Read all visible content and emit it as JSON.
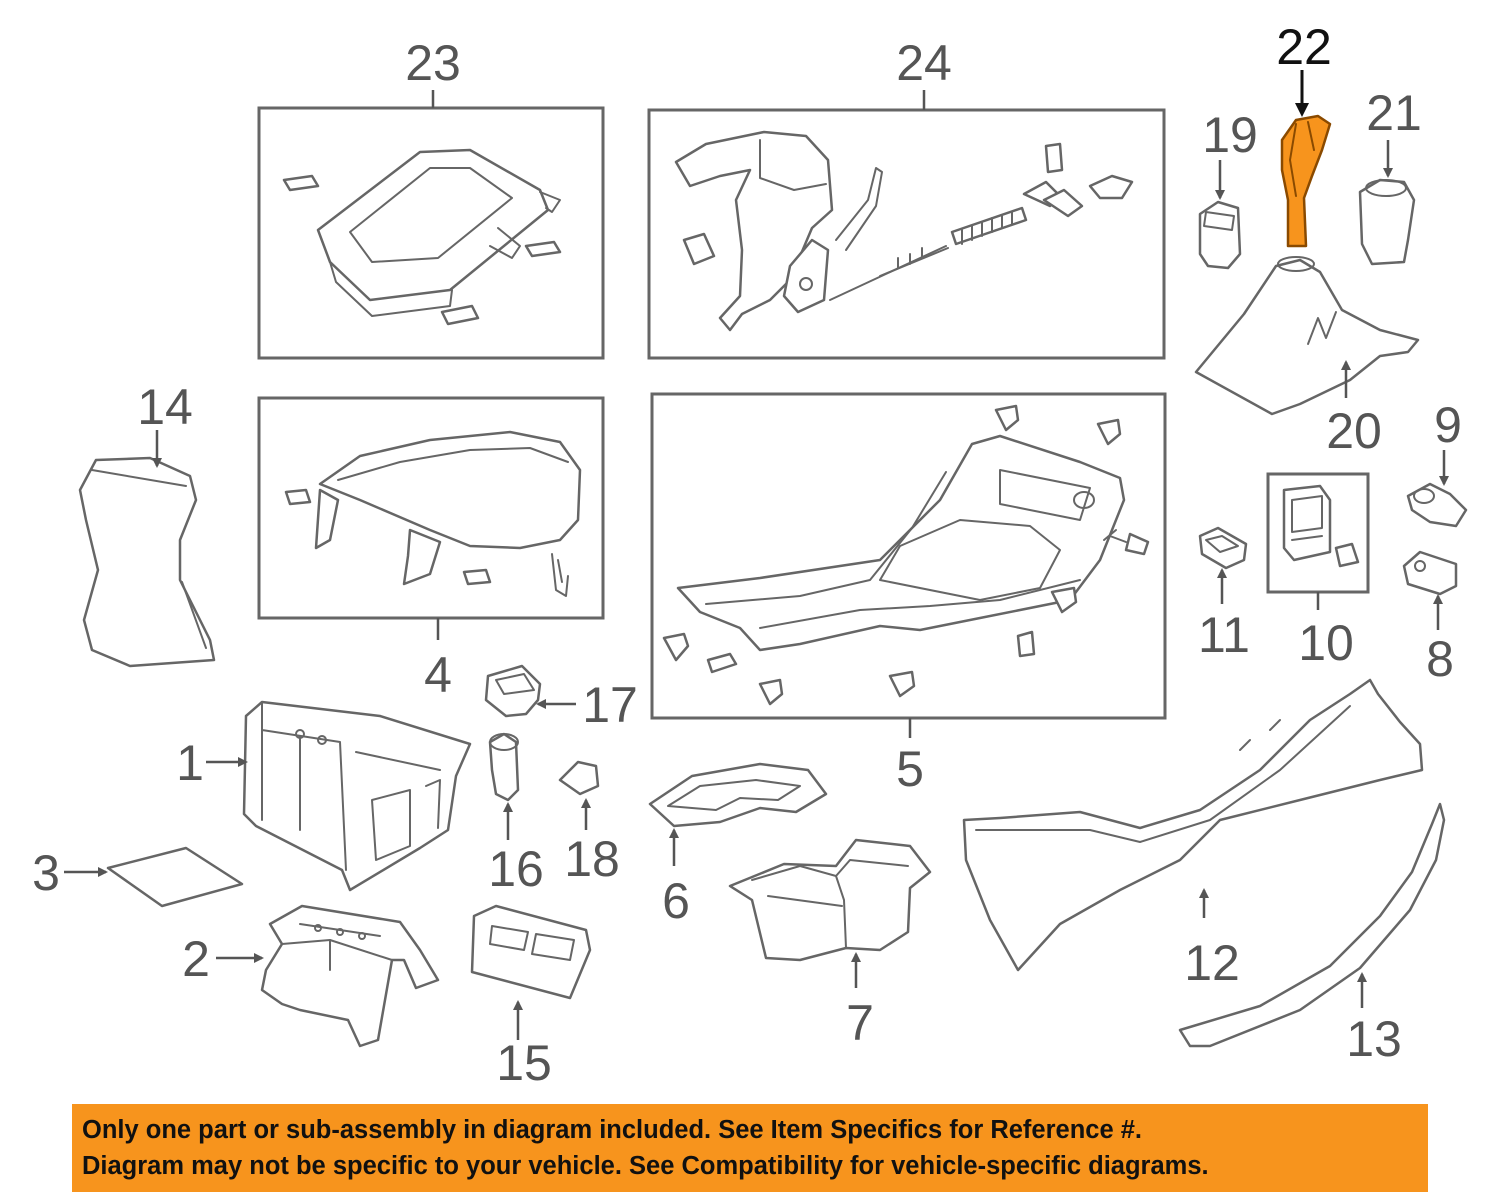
{
  "colors": {
    "highlight": "#f7941d",
    "line": "#666666",
    "text": "#555555",
    "banner": "#f7941d"
  },
  "callouts": {
    "c1": "1",
    "c2": "2",
    "c3": "3",
    "c4": "4",
    "c5": "5",
    "c6": "6",
    "c7": "7",
    "c8": "8",
    "c9": "9",
    "c10": "10",
    "c11": "11",
    "c12": "12",
    "c13": "13",
    "c14": "14",
    "c15": "15",
    "c16": "16",
    "c17": "17",
    "c18": "18",
    "c19": "19",
    "c20": "20",
    "c21": "21",
    "c22": "22",
    "c23": "23",
    "c24": "24"
  },
  "highlighted_part": "22",
  "banner": {
    "line1": "Only one part or sub-assembly in diagram included. See Item Specifics for Reference #.",
    "line2": "Diagram may not be specific to your vehicle. See Compatibility for vehicle-specific diagrams."
  }
}
